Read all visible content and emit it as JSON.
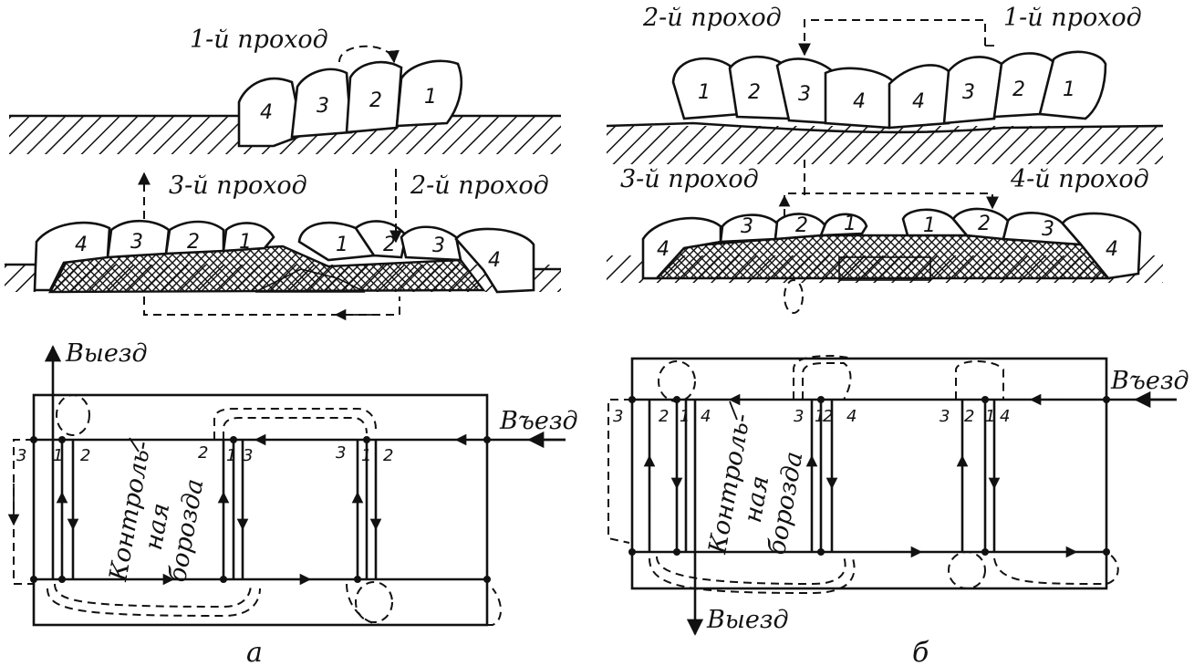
{
  "diagram": {
    "a": {
      "caption": "а",
      "pass_1": "1-й проход",
      "pass_2": "2-й проход",
      "pass_3": "3-й проход",
      "exit_label": "Выезд",
      "entry_label": "Въезд",
      "furrow_line1": "Контроль-",
      "furrow_line2": "ная",
      "furrow_line3": "борозда",
      "top_mounds": [
        "4",
        "3",
        "2",
        "1"
      ],
      "bottom_left_mounds": [
        "4",
        "3",
        "2",
        "1"
      ],
      "bottom_right_mounds": [
        "1",
        "2",
        "3",
        "4"
      ],
      "plan_labels": [
        "3",
        "1",
        "2",
        "2",
        "1",
        "3",
        "3",
        "1",
        "2"
      ]
    },
    "b": {
      "caption": "б",
      "pass_1": "1-й проход",
      "pass_2": "2-й проход",
      "pass_3": "3-й проход",
      "pass_4": "4-й проход",
      "exit_label": "Выезд",
      "entry_label": "Въезд",
      "furrow_line1": "Контроль-",
      "furrow_line2": "ная",
      "furrow_line3": "борозда",
      "top_mounds": [
        "1",
        "2",
        "3",
        "4",
        "4",
        "3",
        "2",
        "1"
      ],
      "bottom_left_mounds": [
        "4",
        "3",
        "2",
        "1"
      ],
      "bottom_right_mounds": [
        "1",
        "2",
        "3",
        "4"
      ],
      "plan_labels": [
        "3",
        "2",
        "1",
        "4",
        "3",
        "1",
        "2",
        "4",
        "3",
        "2",
        "1",
        "4"
      ]
    }
  }
}
